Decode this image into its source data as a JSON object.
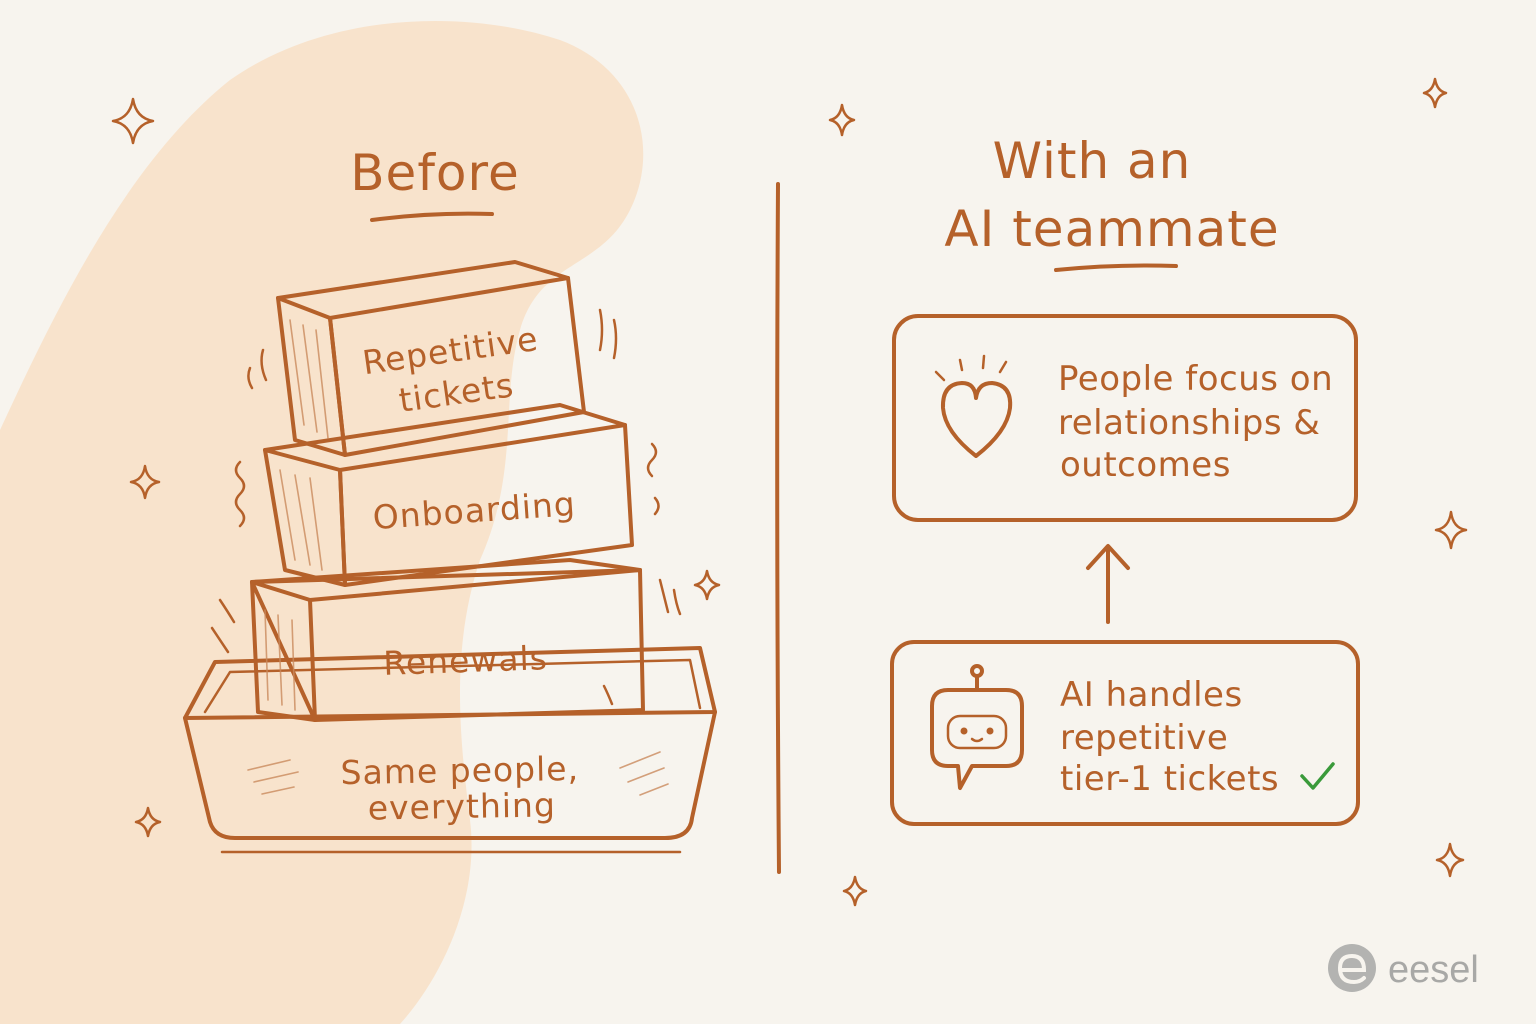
{
  "before": {
    "title": "Before",
    "blocks": [
      {
        "line1": "Repetitive",
        "line2": "tickets"
      },
      {
        "line1": "Onboarding"
      },
      {
        "line1": "Renewals"
      }
    ],
    "tray_line1": "Same people,",
    "tray_line2": "everything"
  },
  "after": {
    "title_line1": "With an",
    "title_line2": "AI teammate",
    "top_card": {
      "line1": "People focus on",
      "line2": "relationships &",
      "line3": "outcomes",
      "icon": "heart-icon"
    },
    "bottom_card": {
      "line1": "AI handles",
      "line2": "repetitive",
      "line3": "tier-1 tickets",
      "icon": "robot-chat-icon",
      "check_icon": "check-icon"
    }
  },
  "brand": {
    "name": "eesel"
  },
  "colors": {
    "ink": "#b5612a",
    "background": "#f7f4ee",
    "blob": "#f8e3cc",
    "block_fill": "#fbf3ea",
    "check": "#3a9a3a",
    "logo": "#a8a8a6"
  }
}
